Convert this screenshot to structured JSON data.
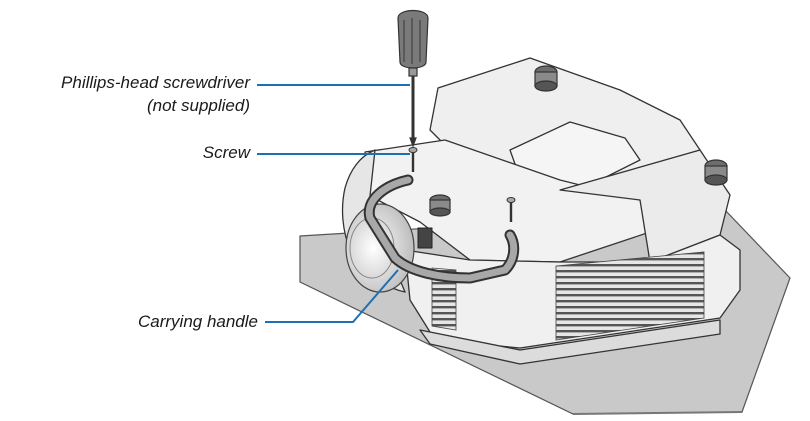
{
  "labels": {
    "screwdriver_line1": "Phillips-head screwdriver",
    "screwdriver_line2": "(not supplied)",
    "screw": "Screw",
    "handle": "Carrying handle"
  },
  "colors": {
    "leader_line": "#1f6fb4",
    "mat": "#c9c9c9",
    "body": "#eeeeee",
    "outline": "#333333",
    "shade": "#bdbdbd"
  }
}
